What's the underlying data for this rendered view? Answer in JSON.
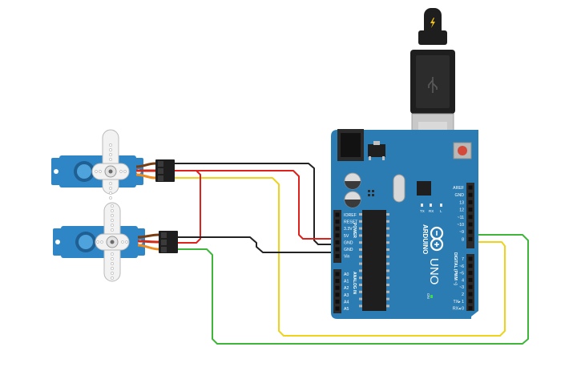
{
  "board": {
    "brand": "ARDUINO",
    "model": "UNO",
    "on_label": "ON",
    "tx_label": "TX",
    "rx_label": "RX",
    "l_label": "L",
    "power_header_title": "POWER",
    "analog_header_title": "ANALOG IN",
    "digital_header_title": "DIGITAL (PWM ~)",
    "power_pins": [
      "IOREF",
      "RESET",
      "3.3V",
      "5V",
      "GND",
      "GND",
      "Vin"
    ],
    "analog_pins": [
      "A0",
      "A1",
      "A2",
      "A3",
      "A4",
      "A5"
    ],
    "digital_pins_top": [
      "AREF",
      "GND",
      "13",
      "12",
      "~11",
      "~10",
      "~9",
      "8"
    ],
    "digital_pins_bottom": [
      "7",
      "~6",
      "~5",
      "4",
      "~3",
      "2",
      "TX▸ 1",
      "RX◂ 0"
    ],
    "colors": {
      "pcb": "#2b7cb3",
      "header": "#2a2a2a",
      "chip": "#1e1e1e",
      "usb_metal": "#c8c8c8",
      "reset_button": "#d44a3a"
    }
  },
  "servos": [
    {
      "id": "servo-top",
      "connector_pins": 3
    },
    {
      "id": "servo-bottom",
      "connector_pins": 3
    }
  ],
  "wires": {
    "colors": {
      "ground": "#222222",
      "power": "#e0201b",
      "signal_top": "#f1d21b",
      "signal_bottom": "#3fb63a",
      "servo_brown": "#7a3d12",
      "servo_red": "#d12a16",
      "servo_orange": "#f08a1c"
    }
  },
  "usb_cable": {
    "icon": "lightning-bolt-icon",
    "plug_color": "#1e1e1e"
  }
}
